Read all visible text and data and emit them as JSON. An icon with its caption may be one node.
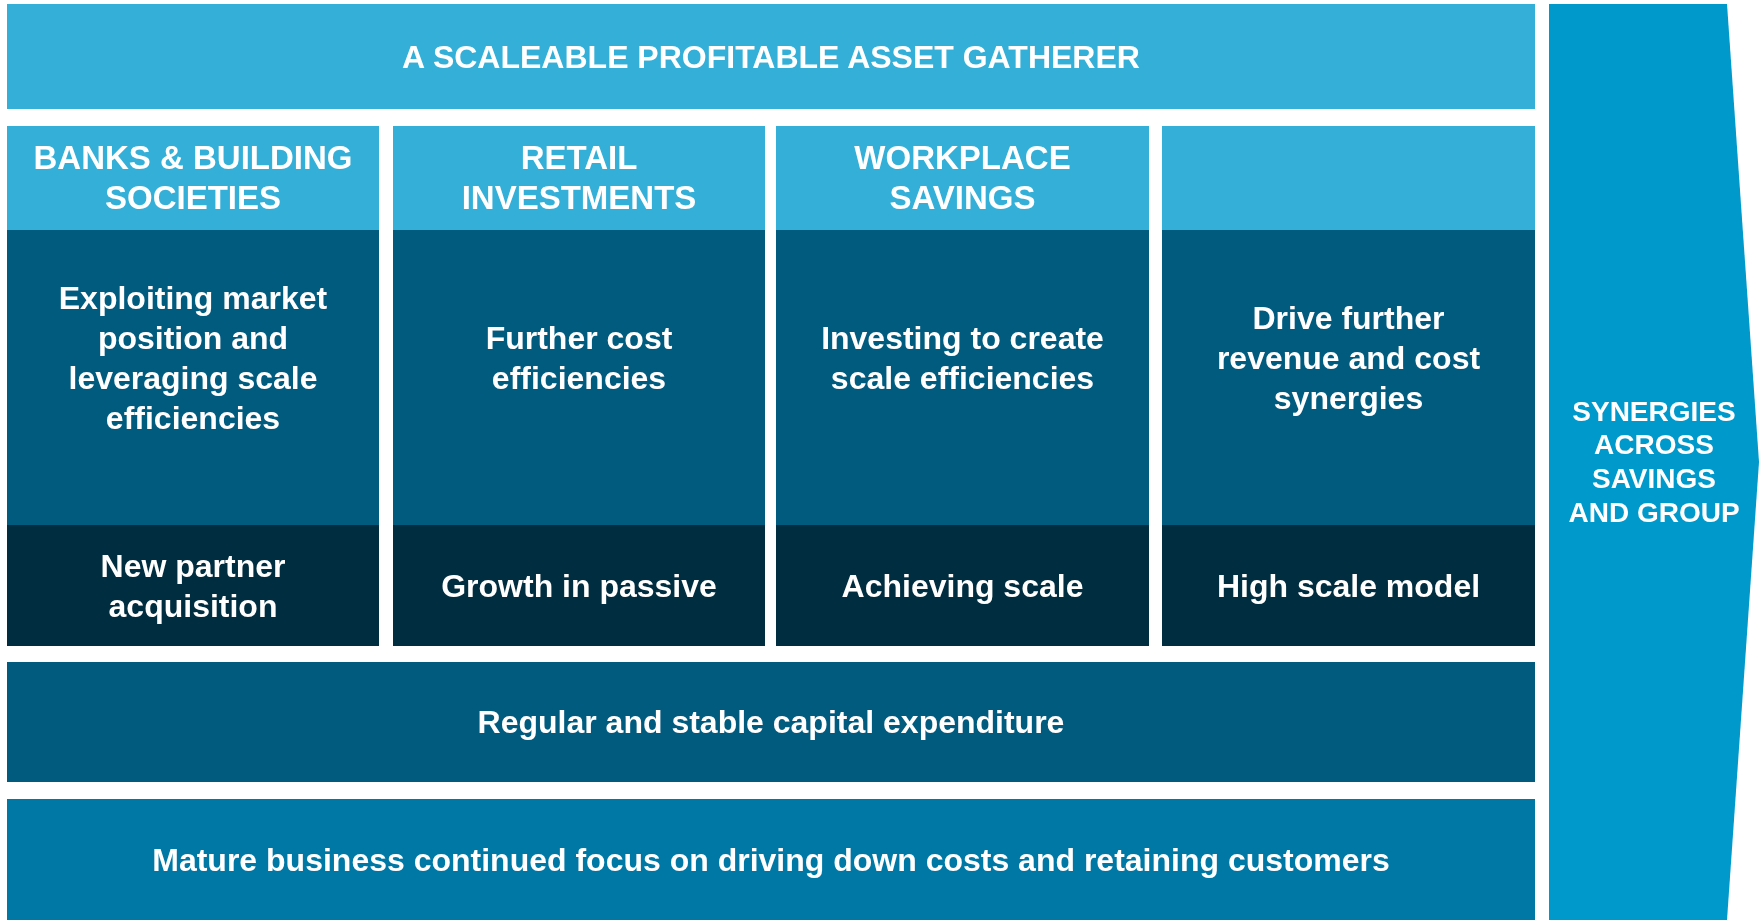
{
  "diagram": {
    "nodes": [
      {
        "text": [
          "A SCALEABLE PROFITABLE ASSET GATHERER"
        ]
      },
      {
        "text": [
          "BANKS & BUILDING SOCIETIES"
        ]
      },
      {
        "text": [
          "RETAIL INVESTMENTS"
        ]
      },
      {
        "text": [
          "WORKPLACE SAVINGS"
        ]
      },
      {
        "text": [],
        "shape": "box"
      },
      {
        "text": [
          "Exploiting market position and leveraging scale efficiencies"
        ]
      },
      {
        "text": [
          "Further cost efficiencies"
        ]
      },
      {
        "text": [
          "Investing to create scale efficiencies"
        ]
      },
      {
        "text": [
          "Drive further revenue and cost synergies"
        ]
      },
      {
        "text": [
          "New partner acquisition"
        ]
      },
      {
        "text": [
          "Growth in passive"
        ]
      },
      {
        "text": [
          "Achieving scale"
        ]
      },
      {
        "text": [
          "High scale model"
        ]
      },
      {
        "text": [
          "Regular and stable capital expenditure"
        ]
      },
      {
        "text": [
          "Mature business continued focus on driving down costs and retaining customers"
        ]
      },
      {
        "text": [
          "SYNERGIES ACROSS SAVINGS AND GROUP"
        ]
      }
    ]
  }
}
